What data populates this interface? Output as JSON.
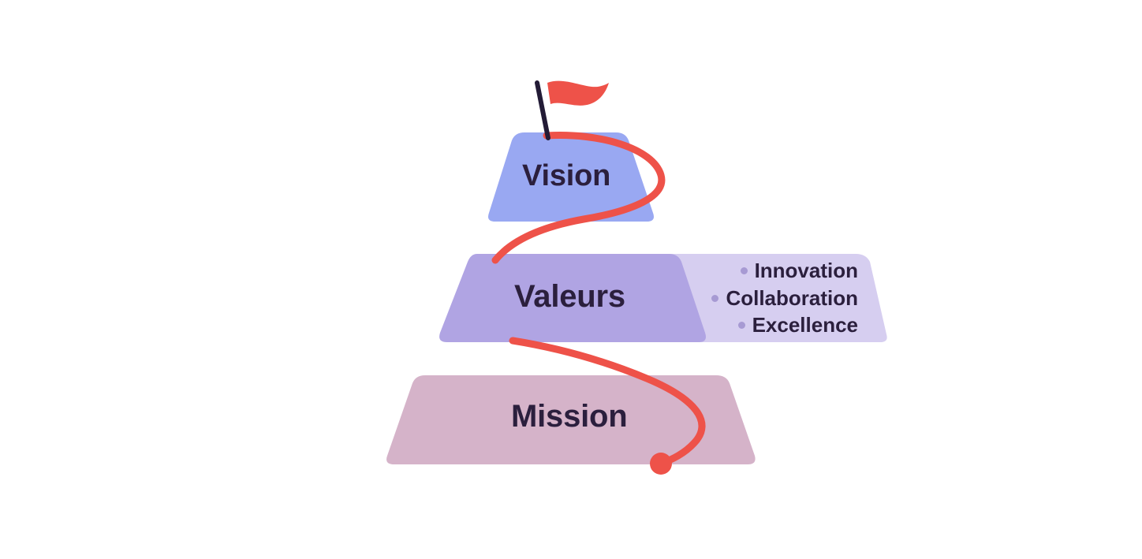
{
  "diagram": {
    "type": "pyramid-tiers",
    "title_visible": false,
    "background_color": "#ffffff",
    "tiers": [
      {
        "id": "vision",
        "label": "Vision",
        "fill": "#99a8f2",
        "level": 1,
        "has_flag": true
      },
      {
        "id": "valeurs",
        "label": "Valeurs",
        "fill": "#b0a4e3",
        "level": 2,
        "side_panel": {
          "fill": "#d6cef0",
          "bullet_color": "#a79ad3",
          "items": [
            "Innovation",
            "Collaboration",
            "Excellence"
          ]
        }
      },
      {
        "id": "mission",
        "label": "Mission",
        "fill": "#d5b3c9",
        "level": 3
      }
    ],
    "accent": {
      "name": "path-curve",
      "color": "#ee5249",
      "endpoint_dot_color": "#ee5249"
    },
    "flag": {
      "name": "goal-flag-icon",
      "pole_color": "#231b36",
      "banner_color": "#ee5249"
    },
    "text_color": "#2b1f3d"
  }
}
